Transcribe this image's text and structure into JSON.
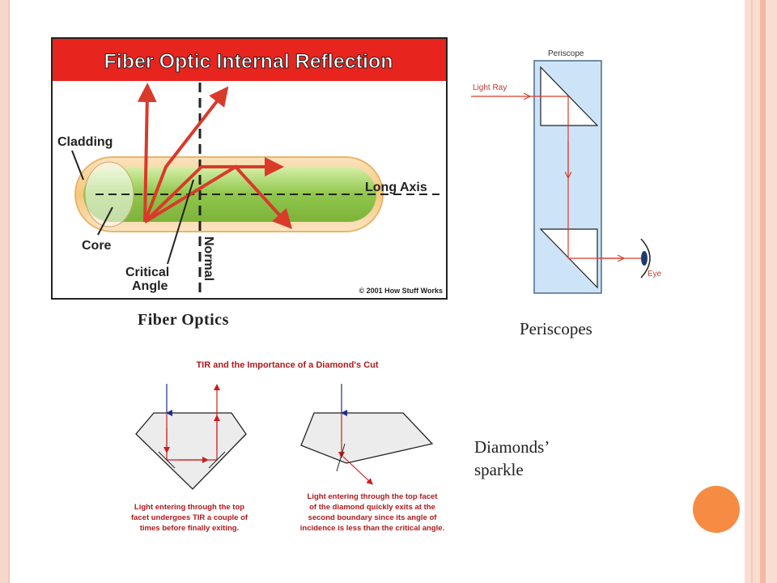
{
  "fiber": {
    "title": "Fiber Optic Internal Reflection",
    "labels": {
      "cladding": "Cladding",
      "core": "Core",
      "critical": "Critical",
      "angle": "Angle",
      "normal": "Normal",
      "long_axis": "Long Axis",
      "copyright": "© 2001 How Stuff Works"
    },
    "caption": "Fiber Optics"
  },
  "periscope": {
    "title": "Periscope",
    "light_ray": "Light Ray",
    "eye": "Eye",
    "caption": "Periscopes"
  },
  "diamond": {
    "title": "TIR and the Importance of a Diamond's Cut",
    "left_note": [
      "Light entering through the top",
      "facet undergoes TIR a couple of",
      "times before finally exiting."
    ],
    "right_note": [
      "Light entering through the top facet",
      "of the diamond quickly exits at the",
      "second boundary since its angle of",
      "incidence is less than the critical angle."
    ],
    "caption_line1": "Diamonds’",
    "caption_line2": "sparkle"
  },
  "colors": {
    "accent_circle": "#f68b44",
    "frame": "#f7d7cc",
    "header_red": "#e8241f",
    "ray_red": "#d93a2a"
  }
}
